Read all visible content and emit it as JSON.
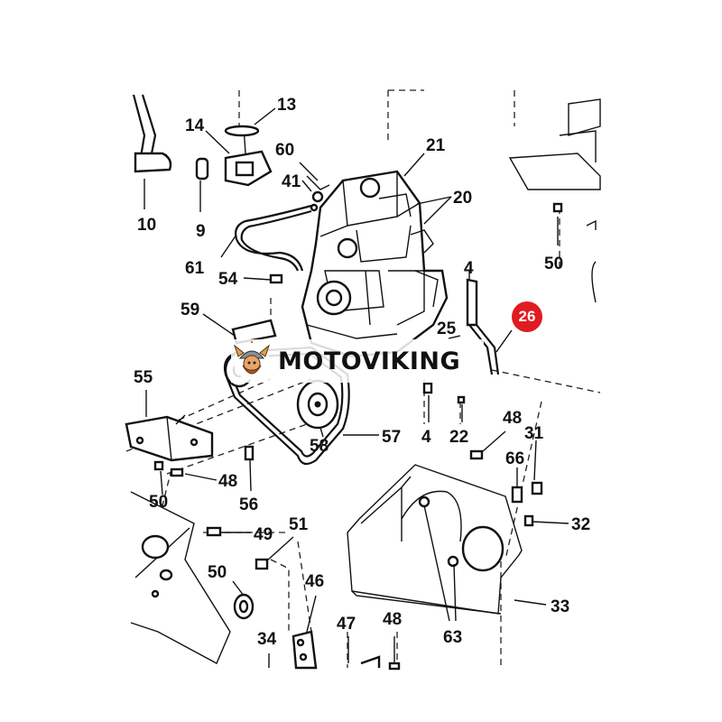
{
  "diagram": {
    "callouts": [
      "13",
      "14",
      "60",
      "41",
      "21",
      "20",
      "10",
      "9",
      "61",
      "54",
      "4",
      "50",
      "59",
      "25",
      "55",
      "58",
      "57",
      "4",
      "22",
      "48",
      "31",
      "66",
      "32",
      "50",
      "48",
      "56",
      "49",
      "51",
      "50",
      "46",
      "33",
      "63",
      "34",
      "47",
      "48"
    ],
    "highlight_label": "26",
    "highlight_color": "#e11b22"
  },
  "watermark": {
    "text": "MOTOVIKING",
    "logo_icon": "viking-mascot-icon"
  }
}
